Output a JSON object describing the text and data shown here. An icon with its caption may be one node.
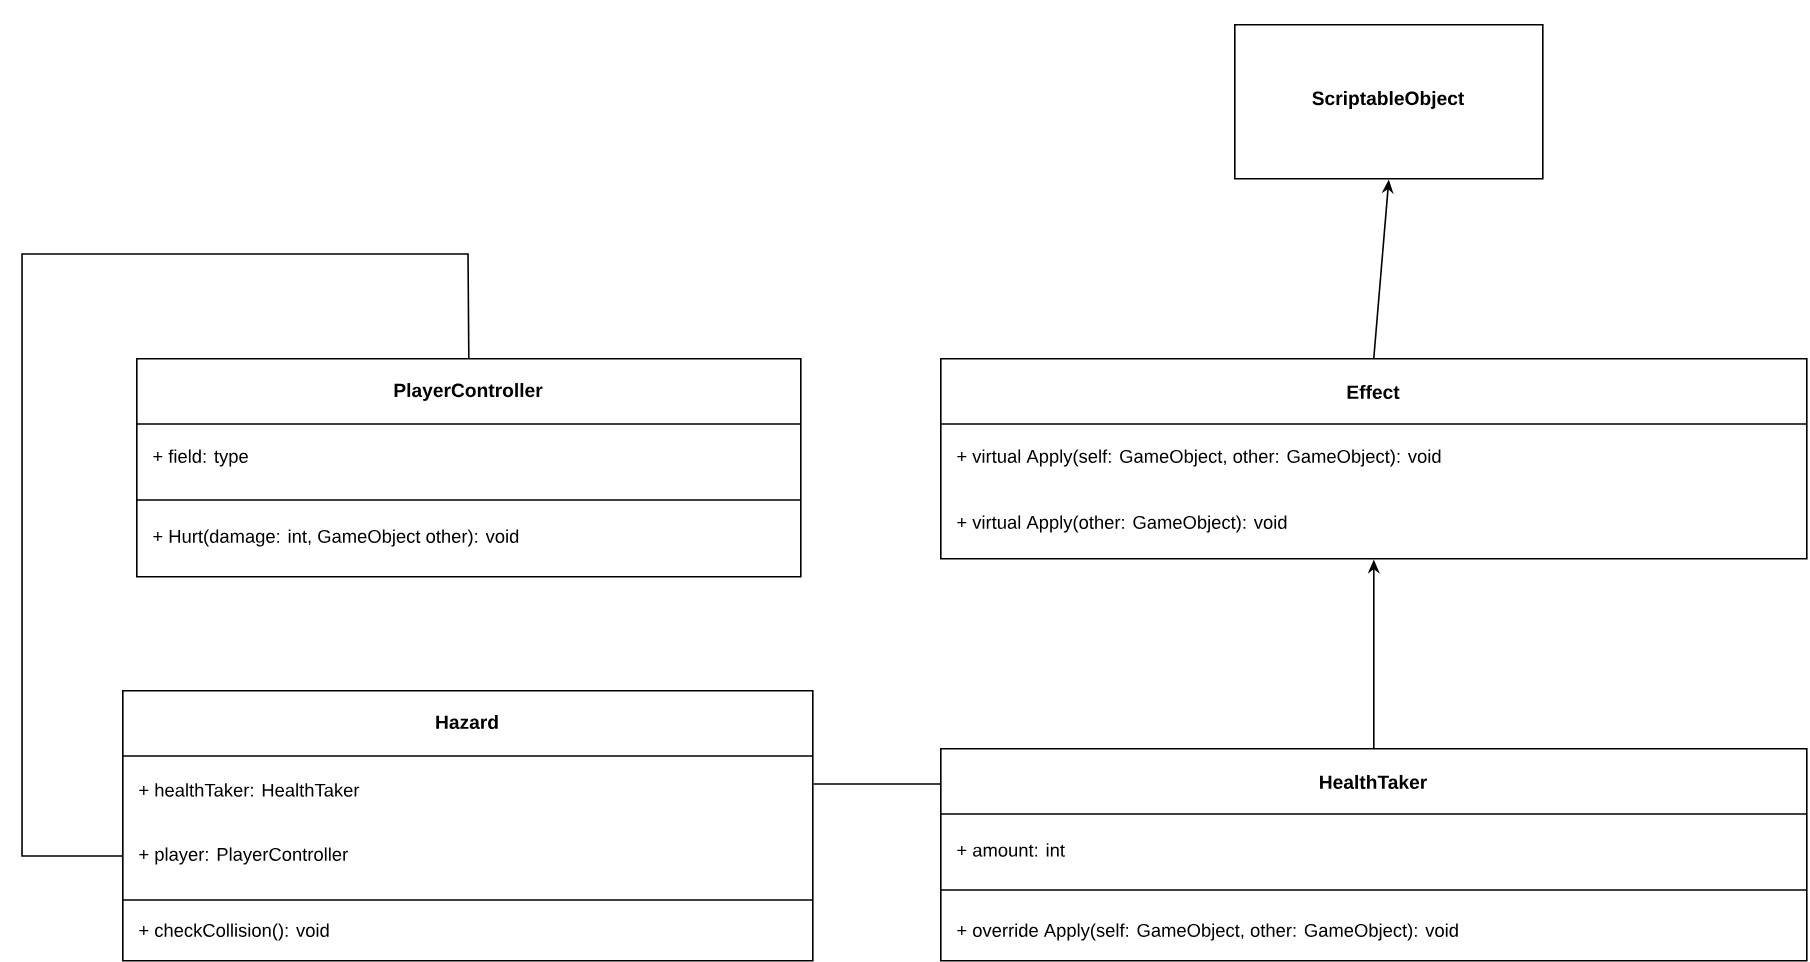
{
  "diagram": {
    "nodes": [
      {
        "text": [
          "ScriptableObject"
        ]
      },
      {
        "text": [
          "PlayerController",
          "+ field: type",
          "+ Hurt(damage: int, GameObject other): void"
        ]
      },
      {
        "text": [
          "Effect",
          "+ virtual Apply(self: GameObject, other: GameObject): void",
          "+ virtual Apply(other: GameObject): void"
        ]
      },
      {
        "text": [
          "Hazard",
          "+ healthTaker: HealthTaker",
          "+ player: PlayerController",
          "+ checkCollision(): void"
        ]
      },
      {
        "text": [
          "HealthTaker",
          "+ amount: int",
          "+ override Apply(self: GameObject, other: GameObject): void"
        ]
      }
    ],
    "edges": [
      {
        "from": 2,
        "to": 0,
        "arrow": "to"
      },
      {
        "from": 4,
        "to": 2,
        "arrow": "to"
      },
      {
        "from": 3,
        "to": 4,
        "arrow": "none"
      },
      {
        "from": 1,
        "to": 3,
        "arrow": "none"
      }
    ]
  }
}
